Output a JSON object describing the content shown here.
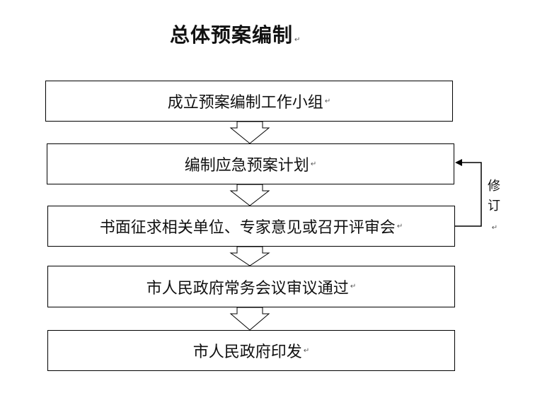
{
  "title": "总体预案编制",
  "paragraph_mark": "↵",
  "steps": [
    "成立预案编制工作小组",
    "编制应急预案计划",
    "书面征求相关单位、专家意见或召开评审会",
    "市人民政府常务会议审议通过",
    "市人民政府印发"
  ],
  "revision_label": [
    "修",
    "订"
  ]
}
